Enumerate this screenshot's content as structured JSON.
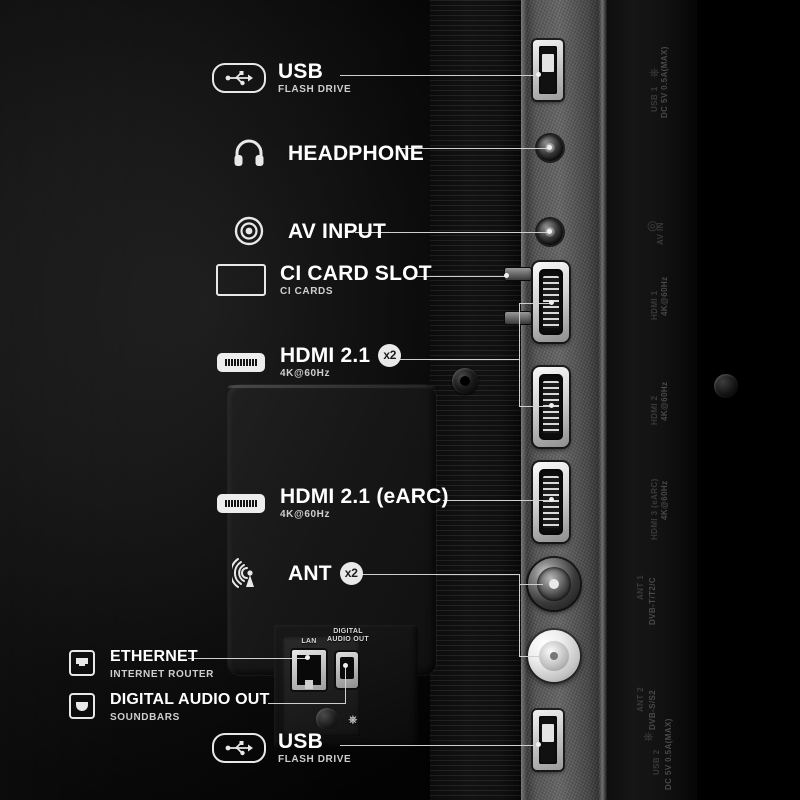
{
  "product": {
    "view": "tv-rear-ports-diagram"
  },
  "callouts": [
    {
      "id": "usb-top",
      "icon": "usb-icon",
      "title": "USB",
      "sub": "FLASH DRIVE",
      "badge": ""
    },
    {
      "id": "headphone",
      "icon": "headphone-icon",
      "title": "HEADPHONE",
      "sub": "",
      "badge": ""
    },
    {
      "id": "av-input",
      "icon": "av-input-icon",
      "title": "AV INPUT",
      "sub": "",
      "badge": ""
    },
    {
      "id": "ci-card-slot",
      "icon": "ci-card-icon",
      "title": "CI CARD SLOT",
      "sub": "CI CARDS",
      "badge": ""
    },
    {
      "id": "hdmi-21",
      "icon": "hdmi-icon",
      "title": "HDMI 2.1",
      "sub": "4K@60Hz",
      "badge": "x2"
    },
    {
      "id": "hdmi-21-earc",
      "icon": "hdmi-icon",
      "title": "HDMI 2.1 (eARC)",
      "sub": "4K@60Hz",
      "badge": ""
    },
    {
      "id": "ant",
      "icon": "antenna-icon",
      "title": "ANT",
      "sub": "",
      "badge": "x2"
    },
    {
      "id": "ethernet",
      "icon": "ethernet-icon",
      "title": "ETHERNET",
      "sub": "INTERNET ROUTER",
      "badge": ""
    },
    {
      "id": "digital-audio",
      "icon": "optical-icon",
      "title": "DIGITAL AUDIO OUT",
      "sub": "SOUNDBARS",
      "badge": ""
    },
    {
      "id": "usb-bottom",
      "icon": "usb-icon",
      "title": "USB",
      "sub": "FLASH DRIVE",
      "badge": ""
    }
  ],
  "panel_labels": {
    "lan": "LAN",
    "digital_audio_out_line1": "DIGITAL",
    "digital_audio_out_line2": "AUDIO OUT"
  },
  "side_print": [
    {
      "id": "usb1",
      "line1": "USB 1",
      "line2": "DC 5V 0.5A(MAX)"
    },
    {
      "id": "avin",
      "line1": "AV IN",
      "line2": ""
    },
    {
      "id": "hdmi1",
      "line1": "HDMI 1",
      "line2": "4K@60Hz"
    },
    {
      "id": "hdmi2",
      "line1": "HDMI 2",
      "line2": "4K@60Hz"
    },
    {
      "id": "hdmi3",
      "line1": "HDMI 3 (eARC)",
      "line2": "4K@60Hz"
    },
    {
      "id": "ant1",
      "line1": "ANT 1",
      "line2": "DVB-T/T2/C"
    },
    {
      "id": "ant2",
      "line1": "ANT 2",
      "line2": "DVB-S/S2"
    },
    {
      "id": "usb2",
      "line1": "USB 2",
      "line2": "DC 5V 0.5A(MAX)"
    }
  ],
  "colors": {
    "label_text": "#ffffff",
    "sub_text": "#cfcfcf",
    "leader_line": "#cfcfcf",
    "badge_bg": "#e9e9e9",
    "background": "#000000"
  }
}
